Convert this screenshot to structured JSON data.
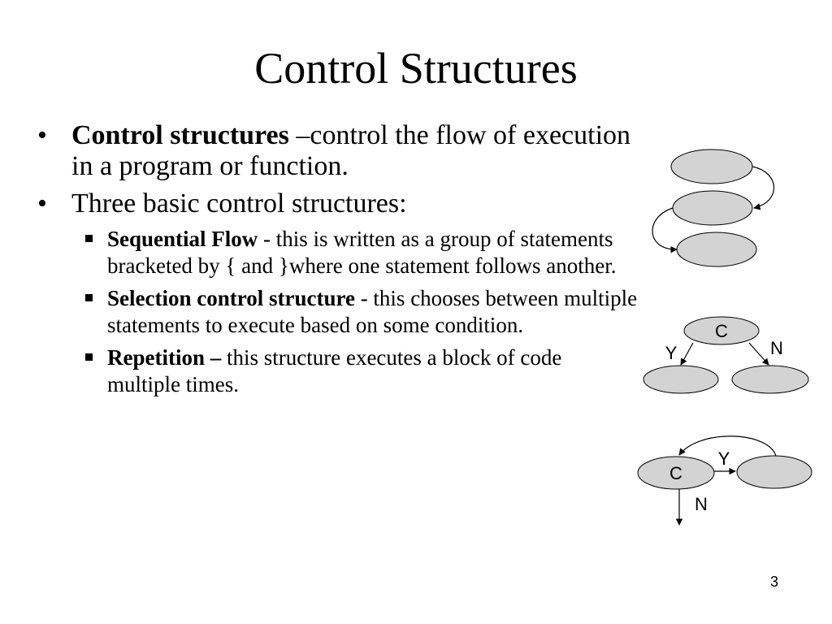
{
  "title": "Control Structures",
  "bullets": [
    {
      "bold": "Control structures",
      "text": " –control the flow of execution in a program or function."
    },
    {
      "text": "Three basic control structures:"
    }
  ],
  "sub_bullets": [
    {
      "bold": "Sequential Flow",
      "text": " - this is written as a group of statements bracketed by { and }where one statement follows another."
    },
    {
      "bold": "Selection control structure",
      "text": " - this chooses between multiple statements to execute based on some condition."
    },
    {
      "bold": "Repetition –",
      "text": " this structure executes a block of code multiple times."
    }
  ],
  "diagrams": {
    "selection": {
      "condition": "C",
      "yes": "Y",
      "no": "N"
    },
    "repetition": {
      "condition": "C",
      "yes": "Y",
      "no": "N"
    }
  },
  "page_number": "3",
  "colors": {
    "node_fill": "#d3d3d3",
    "stroke": "#000000"
  }
}
